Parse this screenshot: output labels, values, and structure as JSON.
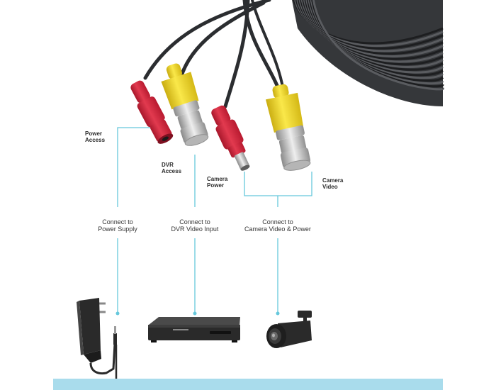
{
  "colors": {
    "connector_line": "#66c8dc",
    "bottom_band": "#a9dcec",
    "cable": "#2b2d30",
    "red_plug": "#d8243c",
    "yellow_plug": "#f1d61f",
    "metal": "#c8c8c8"
  },
  "labels": {
    "power_access": [
      "Power",
      "Access"
    ],
    "dvr_access": [
      "DVR",
      "Access"
    ],
    "camera_power": [
      "Camera",
      "Power"
    ],
    "camera_video": [
      "Camera",
      "Video"
    ]
  },
  "destinations": {
    "power_supply": [
      "Connect to",
      "Power Supply"
    ],
    "dvr_input": [
      "Connect to",
      "DVR Video Input"
    ],
    "camera": [
      "Connect to",
      "Camera Video & Power"
    ]
  },
  "icons": [
    "power-adapter-icon",
    "dvr-recorder-icon",
    "security-camera-icon"
  ]
}
